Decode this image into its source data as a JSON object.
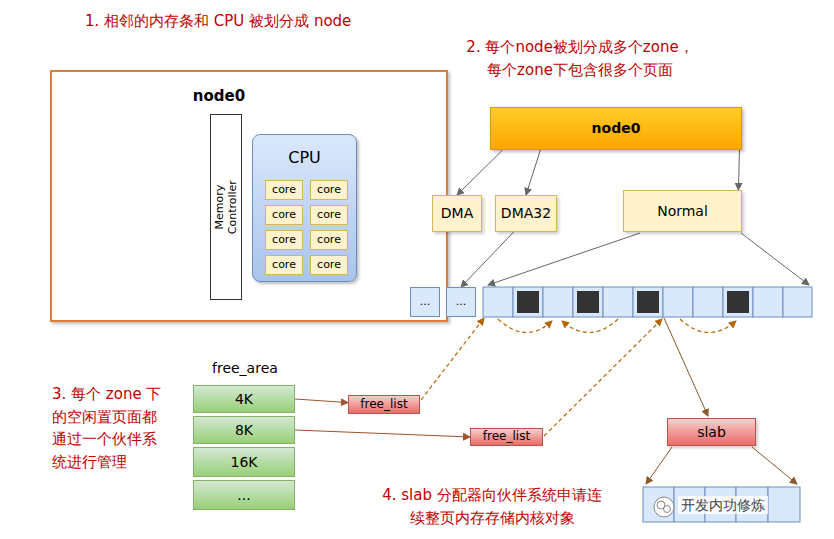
{
  "diagram": {
    "nodes": [
      {
        "text": [
          "node0"
        ]
      },
      {
        "text": [
          "Memory Controller"
        ],
        "in": 0
      },
      {
        "text": [
          "CPU"
        ],
        "in": 0
      },
      {
        "text": [
          "core"
        ],
        "in": 2
      },
      {
        "text": [
          "core"
        ],
        "in": 2
      },
      {
        "text": [
          "core"
        ],
        "in": 2
      },
      {
        "text": [
          "core"
        ],
        "in": 2
      },
      {
        "text": [
          "core"
        ],
        "in": 2
      },
      {
        "text": [
          "core"
        ],
        "in": 2
      },
      {
        "text": [
          "core"
        ],
        "in": 2
      },
      {
        "text": [
          "core"
        ],
        "in": 2
      },
      {
        "text": [
          "node0"
        ]
      },
      {
        "text": [
          "DMA"
        ]
      },
      {
        "text": [
          "DMA32"
        ]
      },
      {
        "text": [
          "Normal"
        ]
      },
      {
        "text": [
          "..."
        ]
      },
      {
        "text": [
          "..."
        ]
      },
      {
        "text": [
          "4K"
        ]
      },
      {
        "text": [
          "8K"
        ]
      },
      {
        "text": [
          "16K"
        ]
      },
      {
        "text": [
          "..."
        ]
      },
      {
        "text": [
          "free_list"
        ]
      },
      {
        "text": [
          "free_list"
        ]
      },
      {
        "text": [
          "slab"
        ]
      }
    ],
    "edges": [
      {
        "from": 11,
        "to": 12,
        "arrow": "to"
      },
      {
        "from": 11,
        "to": 13,
        "arrow": "to"
      },
      {
        "from": 11,
        "to": 14,
        "arrow": "to"
      },
      {
        "from": 12,
        "to": 15,
        "arrow": "to"
      },
      {
        "from": 13,
        "to": 16,
        "arrow": "to"
      },
      {
        "from": 17,
        "to": 21,
        "arrow": "to"
      },
      {
        "from": 18,
        "to": 22,
        "arrow": "to"
      }
    ],
    "labels": [
      "1. 相邻的内存条和 CPU 被划分成 node",
      "2. 每个node被划分成多个zone， 每个zone下包含很多个页面",
      "free_area",
      "3. 每个 zone 下的空闲置页面都通过一个伙伴系统进行管理",
      "4. slab 分配器向伙伴系统申请连续整页内存存储内核对象",
      "开发内功修炼"
    ]
  }
}
